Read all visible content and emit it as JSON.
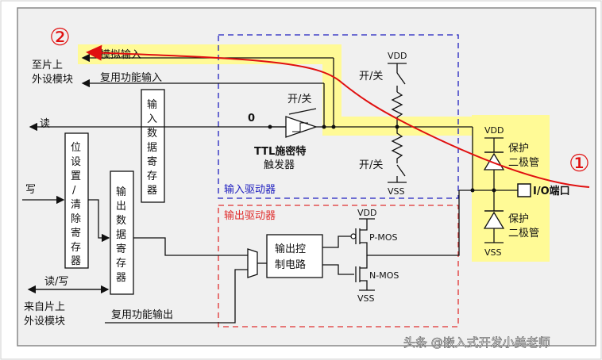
{
  "markers": {
    "pin": "①",
    "chip": "②"
  },
  "left_labels": {
    "to_chip_line1": "至片上",
    "to_chip_line2": "外设模块",
    "analog_input": "模拟输入",
    "alt_func_input": "复用功能输入",
    "read": "读",
    "write": "写",
    "read_write": "读/写",
    "from_chip_line1": "来自片上",
    "from_chip_line2": "外设模块",
    "alt_func_output": "复用功能输出"
  },
  "registers": {
    "input_data_reg": [
      "输",
      "入",
      "数",
      "据",
      "寄",
      "存",
      "器"
    ],
    "set_clear_reg": [
      "位",
      "设",
      "置",
      "/",
      "清",
      "除",
      "寄",
      "存",
      "器"
    ],
    "output_data_reg": [
      "输",
      "出",
      "数",
      "据",
      "寄",
      "存",
      "器"
    ]
  },
  "input_driver": {
    "title": "输入驱动器",
    "zero": "0",
    "switch_top": "开/关",
    "trigger_line1": "TTL施密特",
    "trigger_line2": "触发器",
    "vdd": "VDD",
    "vss": "VSS",
    "switch_pullup": "开/关",
    "switch_pulldown": "开/关"
  },
  "output_driver": {
    "title": "输出驱动器",
    "control_line1": "输出控",
    "control_line2": "制电路",
    "pmos": "P-MOS",
    "nmos": "N-MOS",
    "vdd": "VDD",
    "vss": "VSS"
  },
  "protection": {
    "vdd": "VDD",
    "vss": "VSS",
    "diode_top_line1": "保护",
    "diode_top_line2": "二极管",
    "diode_bottom_line1": "保护",
    "diode_bottom_line2": "二极管"
  },
  "pin": {
    "label": "I/O端口"
  },
  "watermark": "头条 @嵌入式开发小美老师",
  "colors": {
    "highlight": "#fffa96",
    "path": "#e01010",
    "input_box": "#2020c0",
    "output_box": "#e03030"
  }
}
